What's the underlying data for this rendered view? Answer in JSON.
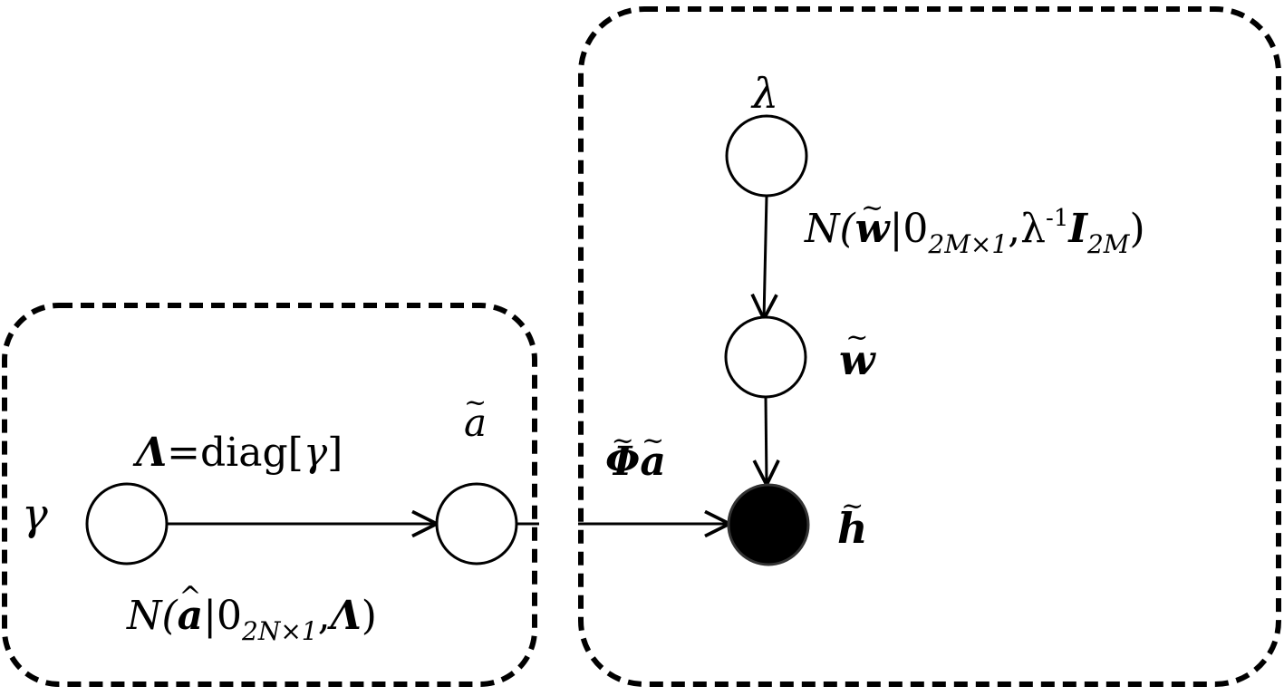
{
  "left_group": {
    "prior_node_label": "γ",
    "coef_node_label": "a",
    "coef_node_accent": "~",
    "lambda_def": {
      "sym": "Λ",
      "eq": "=diag[",
      "gamma": "γ",
      "close": "]"
    },
    "coef_distribution": {
      "N": "N(",
      "a": "a",
      "a_accent": "^",
      "bar": "|0",
      "sub": "2N×1",
      "comma": ",",
      "lam": "Λ",
      "close": ")"
    }
  },
  "link_label": {
    "phi": "Φ",
    "phi_accent": "~",
    "a": "a",
    "a_accent": "~"
  },
  "right_group": {
    "precision_node_label": "λ",
    "weight_node": {
      "sym": "w",
      "accent": "~"
    },
    "observed_node": {
      "sym": "h",
      "accent": "~"
    },
    "weight_distribution": {
      "N": "N(",
      "w": "w",
      "w_accent": "~",
      "bar": "|0",
      "sub1": "2M×1",
      "comma": ",λ",
      "sup": "-1",
      "I": "I",
      "sub2": "2M",
      "close": ")"
    }
  },
  "colors": {
    "stroke": "#000000",
    "open_node_fill": "#ffffff",
    "observed_node_fill": "#000000",
    "background": "#ffffff"
  }
}
